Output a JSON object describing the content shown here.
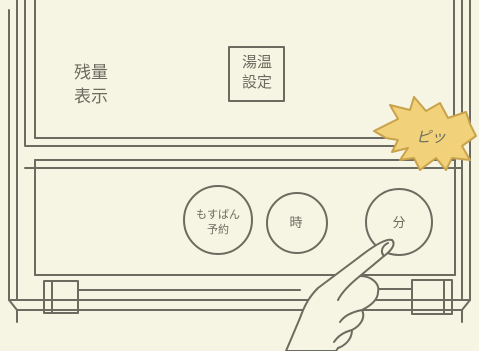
{
  "display": {
    "remaining_label": "残量\n表示",
    "time_set_label": "湯温\n設定"
  },
  "buttons": {
    "reserve_label": "もすばん\n予約",
    "hour_label": "時",
    "minute_label": "分"
  },
  "callout": {
    "beep_text": "ピッ"
  },
  "colors": {
    "background": "#f6f4e2",
    "line": "#6b6b60",
    "burst_fill": "#f1d27a",
    "burst_stroke": "#c9a24c"
  },
  "icons": {
    "pressing_finger": "hand-pointer-icon",
    "beep_burst": "starburst-icon"
  }
}
